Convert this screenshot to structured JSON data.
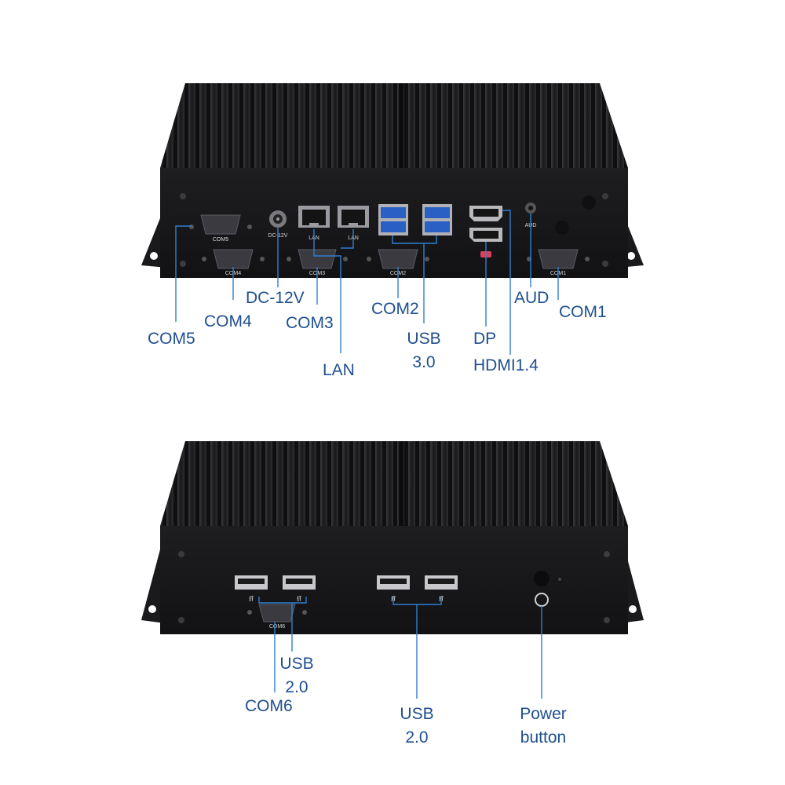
{
  "rear_panel": {
    "silkscreen": {
      "com5": "COM5",
      "dc": "DC-12V",
      "lan1": "LAN",
      "lan2": "LAN",
      "com4": "COM4",
      "com3": "COM3",
      "com2": "COM2",
      "aud": "AUD",
      "com1": "COM1"
    },
    "callouts": {
      "dc": "DC-12V",
      "com5": "COM5",
      "com4": "COM4",
      "com3": "COM3",
      "lan": "LAN",
      "com2": "COM2",
      "usb30_line1": "USB",
      "usb30_line2": "3.0",
      "aud": "AUD",
      "com1": "COM1",
      "dp": "DP",
      "hdmi": "HDMI1.4"
    }
  },
  "front_panel": {
    "silkscreen": {
      "com6": "COM6"
    },
    "callouts": {
      "usb20a_line1": "USB",
      "usb20a_line2": "2.0",
      "com6": "COM6",
      "usb20b_line1": "USB",
      "usb20b_line2": "2.0",
      "power_line1": "Power",
      "power_line2": "button"
    }
  },
  "colors": {
    "callout_text": "#1f4f8f",
    "leader_line": "#2f7fd0",
    "chassis": "#1c1c1e",
    "fin": "#2c2c2f",
    "usb3_blue": "#2a5fc4"
  }
}
